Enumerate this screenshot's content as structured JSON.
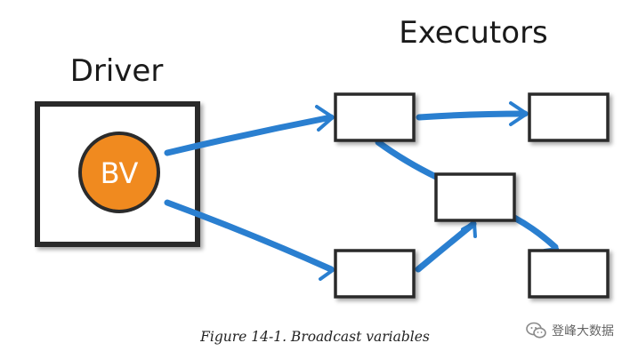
{
  "labels": {
    "driver": "Driver",
    "executors": "Executors",
    "bv": "BV"
  },
  "caption": "Figure 14-1. Broadcast variables",
  "watermark": {
    "text": "登峰大数据",
    "icon": "wechat-icon"
  },
  "colors": {
    "arrow": "#2a7fd0",
    "bv_fill": "#f08a1f",
    "box_stroke": "#2b2b2b",
    "text": "#1a1a1a"
  }
}
